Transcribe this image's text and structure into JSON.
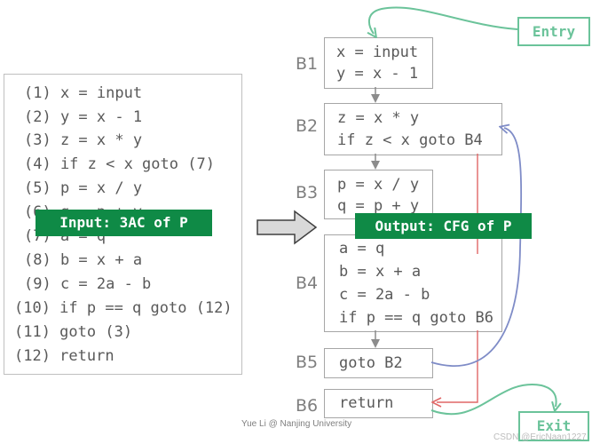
{
  "input_panel": {
    "banner": "Input: 3AC of P",
    "lines": [
      "(1) x = input",
      "(2) y = x - 1",
      "(3) z = x * y",
      "(4) if z < x goto (7)",
      "(5) p = x / y",
      "(6) q = p + y",
      "(7) a = q",
      "(8) b = x + a",
      "(9) c = 2a - b",
      "(10) if p == q goto (12)",
      "(11) goto (3)",
      "(12) return"
    ]
  },
  "output_banner": "Output: CFG of P",
  "nodes": {
    "entry": "Entry",
    "exit": "Exit"
  },
  "blocks": [
    {
      "label": "B1",
      "lines": [
        "x = input",
        "y = x - 1"
      ]
    },
    {
      "label": "B2",
      "lines": [
        "z = x * y",
        "if z < x goto B4"
      ]
    },
    {
      "label": "B3",
      "lines": [
        "p = x / y",
        "q = p + y"
      ]
    },
    {
      "label": "B4",
      "lines": [
        "a = q",
        "b = x + a",
        "c = 2a - b",
        "if p == q goto B6"
      ]
    },
    {
      "label": "B5",
      "lines": [
        "goto B2"
      ]
    },
    {
      "label": "B6",
      "lines": [
        "return"
      ]
    }
  ],
  "footer": "Yue Li @ Nanjing University",
  "watermark": "CSDN @EricNaan1227",
  "colors": {
    "green": "#0f8a46",
    "node_outline": "#6bc39a",
    "jump_true": "#e06666",
    "jump_back": "#7f8cc7"
  }
}
